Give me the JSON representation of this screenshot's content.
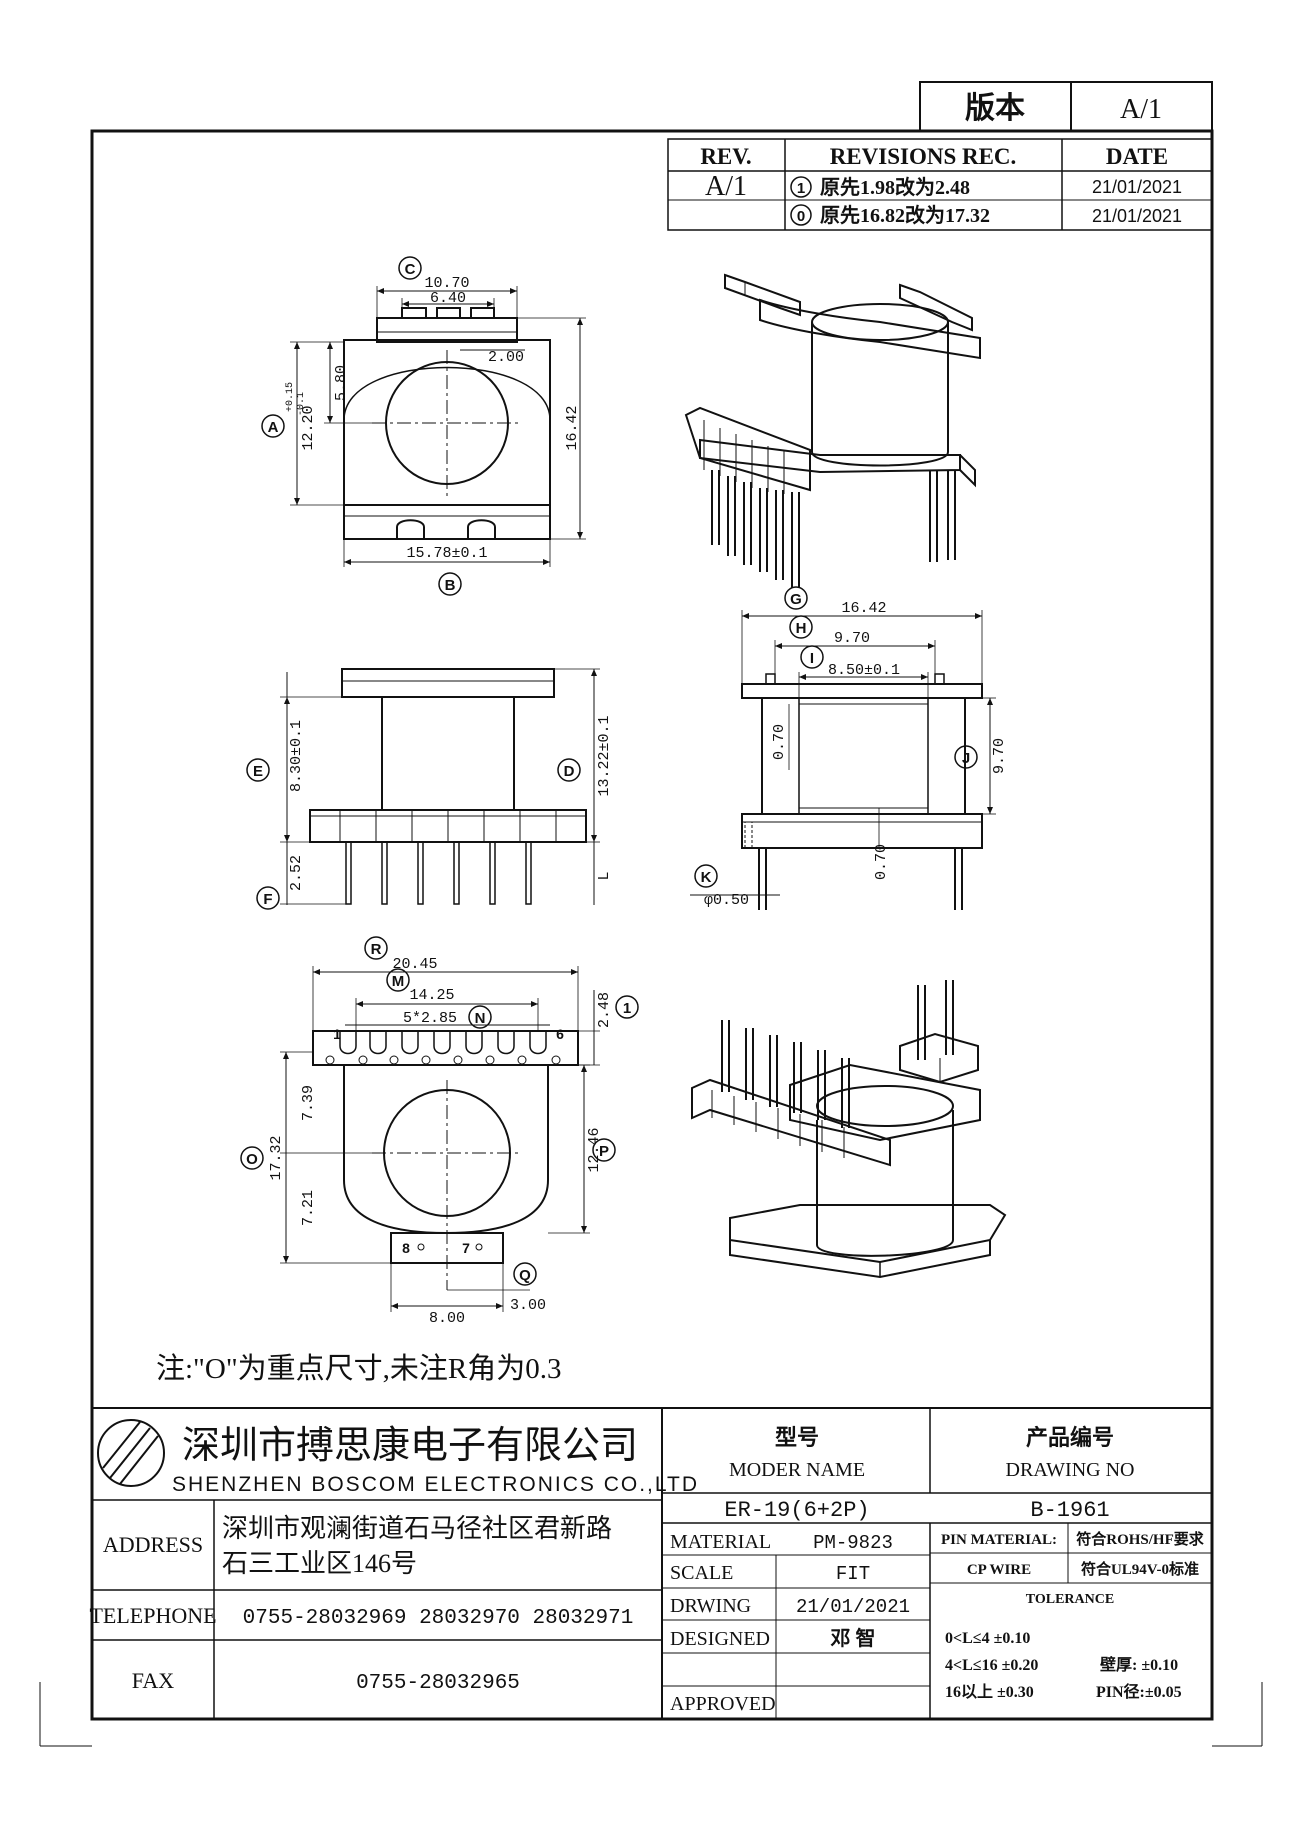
{
  "version_box": {
    "label": "版本",
    "value": "A/1"
  },
  "revision_table": {
    "headers": {
      "rev": "REV.",
      "rec": "REVISIONS REC.",
      "date": "DATE"
    },
    "rev": "A/1",
    "rows": [
      {
        "mark": "1",
        "text": "原先1.98改为2.48",
        "date": "21/01/2021"
      },
      {
        "mark": "0",
        "text": "原先16.82改为17.32",
        "date": "21/01/2021"
      }
    ]
  },
  "top_view": {
    "dims": {
      "c_outer": "10.70",
      "c_inner": "6.40",
      "slot": "2.00",
      "left_upper": "5.80",
      "a_height": "12.20",
      "a_tol_upper": "+0.15",
      "a_tol_lower": "-0.1",
      "right_height": "16.42",
      "bottom_width": "15.78±0.1"
    },
    "labels": {
      "c": "C",
      "a": "A",
      "b": "B"
    }
  },
  "side_view": {
    "dims": {
      "e": "8.30±0.1",
      "d": "13.22±0.1",
      "f": "2.52",
      "l": "L"
    },
    "labels": {
      "e": "E",
      "d": "D",
      "f": "F"
    }
  },
  "front_view": {
    "dims": {
      "g": "16.42",
      "h": "9.70",
      "i": "8.50±0.1",
      "wall_top": "0.70",
      "wall_bottom": "0.70",
      "j": "9.70",
      "k": "φ0.50"
    },
    "labels": {
      "g": "G",
      "h": "H",
      "i": "I",
      "j": "J",
      "k": "K"
    }
  },
  "bottom_view": {
    "dims": {
      "r": "20.45",
      "m": "14.25",
      "n": "5*2.85",
      "one": "2.48",
      "o_total": "17.32",
      "o_upper": "7.39",
      "o_lower": "7.21",
      "p": "12.46",
      "q": "3.00",
      "base": "8.00"
    },
    "labels": {
      "r": "R",
      "m": "M",
      "n": "N",
      "one": "1",
      "o": "O",
      "p": "P",
      "q": "Q"
    },
    "pins": {
      "first": "1",
      "last": "6",
      "aux_left": "8",
      "aux_right": "7"
    }
  },
  "note": "注:\"O\"为重点尺寸,未注R角为0.3",
  "title_block": {
    "company_cn": "深圳市搏思康电子有限公司",
    "company_en": "SHENZHEN BOSCOM ELECTRONICS CO.,LTD",
    "address_label": "ADDRESS",
    "address_line1": "深圳市观澜街道石马径社区君新路",
    "address_line2": "石三工业区146号",
    "telephone_label": "TELEPHONE",
    "telephone": "0755-28032969 28032970 28032971",
    "fax_label": "FAX",
    "fax": "0755-28032965",
    "model_label_cn": "型号",
    "model_label_en": "MODER NAME",
    "model": "ER-19(6+2P)",
    "drawing_no_label_cn": "产品编号",
    "drawing_no_label_en": "DRAWING NO",
    "drawing_no": "B-1961",
    "material_label": "MATERIAL",
    "material": "PM-9823",
    "scale_label": "SCALE",
    "scale": "FIT",
    "drawing_label": "DRWING",
    "drawing_date": "21/01/2021",
    "designed_label": "DESIGNED",
    "designed": "邓 智",
    "approved_label": "APPROVED",
    "approved": "",
    "pin_material_label": "PIN MATERIAL:",
    "pin_material": "CP WIRE",
    "rohs": "符合ROHS/HF要求",
    "ul": "符合UL94V-0标准",
    "tolerance_label": "TOLERANCE",
    "tolerance": [
      "0<L≤4  ±0.10",
      "4<L≤16 ±0.20",
      "16以上    ±0.30"
    ],
    "tolerance_wall": "壁厚:  ±0.10",
    "tolerance_pin": "PIN径:±0.05"
  }
}
